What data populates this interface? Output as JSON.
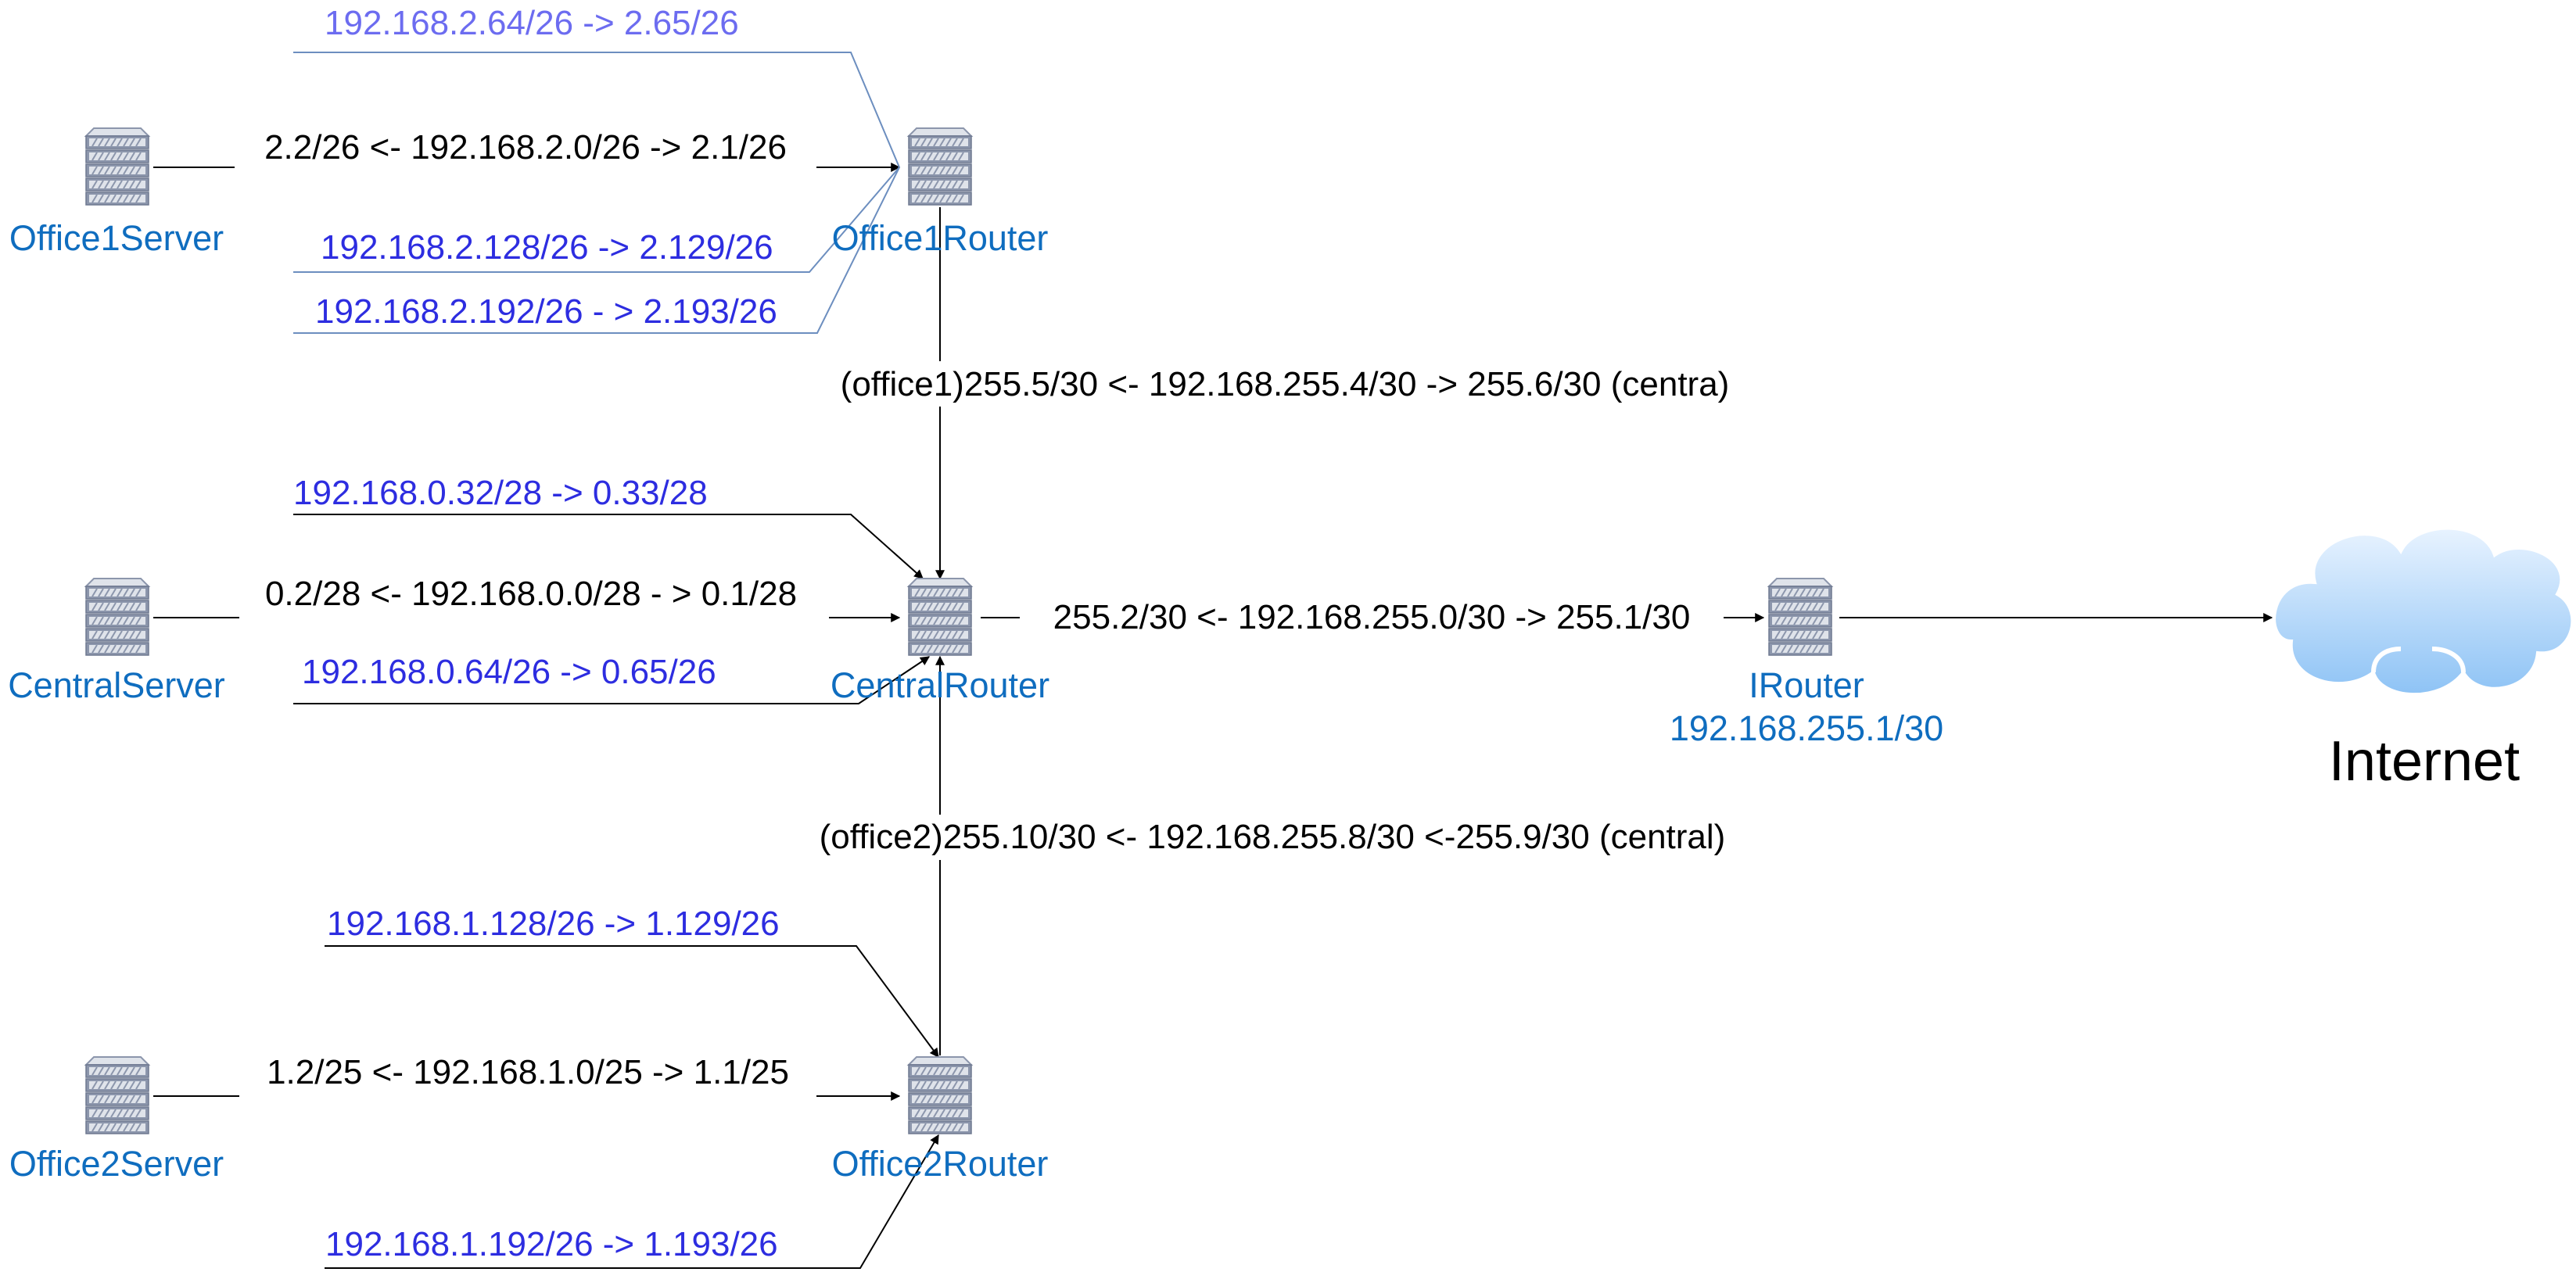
{
  "colors": {
    "node_label": "#0f6dbf",
    "link_label": "#000000",
    "subnet_label": "#2d2de0",
    "subnet_label_light": "#6c6cf0",
    "server_body": "#8c96ac",
    "server_light": "#dfe3ea",
    "cloud_top": "#e8f3ff",
    "cloud_bottom": "#8ec3f5"
  },
  "nodes": {
    "office1_server": {
      "label": "Office1Server",
      "icon": "server-icon"
    },
    "office1_router": {
      "label": "Office1Router",
      "icon": "server-icon"
    },
    "central_server": {
      "label": "CentralServer",
      "icon": "server-icon"
    },
    "central_router": {
      "label": "CentralRouter",
      "icon": "server-icon"
    },
    "office2_server": {
      "label": "Office2Server",
      "icon": "server-icon"
    },
    "office2_router": {
      "label": "Office2Router",
      "icon": "server-icon"
    },
    "irouter": {
      "label": "IRouter",
      "sublabel": "192.168.255.1/30",
      "icon": "server-icon"
    },
    "internet": {
      "label": "Internet",
      "icon": "cloud-icon"
    }
  },
  "links": {
    "office1_lan": "2.2/26 <- 192.168.2.0/26 -> 2.1/26",
    "office1_central": "(office1)255.5/30 <- 192.168.255.4/30 -> 255.6/30 (centra)",
    "central_lan": "0.2/28 <- 192.168.0.0/28 - > 0.1/28",
    "central_irouter": "255.2/30 <- 192.168.255.0/30 -> 255.1/30",
    "office2_central": "(office2)255.10/30 <- 192.168.255.8/30 <-255.9/30 (central)",
    "office2_lan": "1.2/25 <- 192.168.1.0/25 -> 1.1/25"
  },
  "subnets": {
    "office1_net64": "192.168.2.64/26 -> 2.65/26",
    "office1_net128": "192.168.2.128/26 -> 2.129/26",
    "office1_net192": "192.168.2.192/26 - > 2.193/26",
    "central_net32": "192.168.0.32/28 -> 0.33/28",
    "central_net64": "192.168.0.64/26 -> 0.65/26",
    "office2_net128": "192.168.1.128/26 -> 1.129/26",
    "office2_net192": "192.168.1.192/26 -> 1.193/26"
  }
}
